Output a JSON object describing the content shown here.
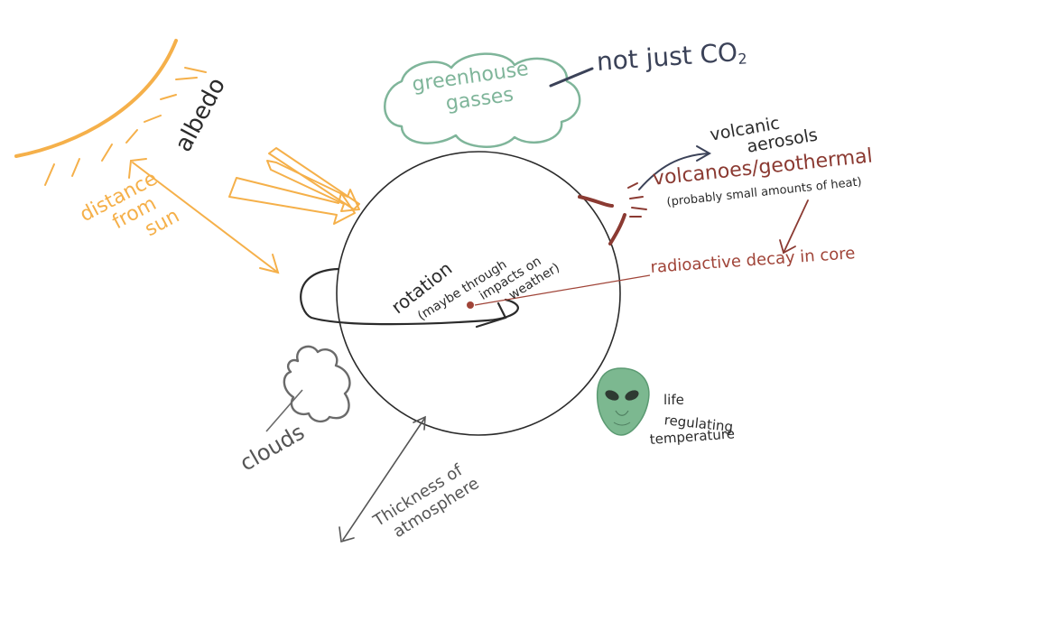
{
  "labels": {
    "albedo": "albedo",
    "distance_from_sun": [
      "distance",
      "from",
      "sun"
    ],
    "greenhouse_gasses": [
      "greenhouse",
      "gasses"
    ],
    "not_just_co2": "not just CO",
    "co2_subscript": "2",
    "volcanic_aerosols": [
      "volcanic",
      "aerosols"
    ],
    "volcanoes_geothermal": "volcanoes/geothermal",
    "small_amounts_note": "(probably small amounts of heat)",
    "radioactive_decay": "radioactive decay in core",
    "rotation": "rotation",
    "rotation_note": [
      "(maybe through",
      "impacts on",
      "weather)"
    ],
    "clouds": "clouds",
    "thickness_of_atmosphere": [
      "Thickness of",
      "atmosphere"
    ],
    "life_regulating": [
      "life",
      "regulating",
      "temperature"
    ]
  },
  "colors": {
    "sun": "#f5b04a",
    "greenhouse": "#7fb59a",
    "ink_dark": "#3b4258",
    "volcano": "#8b3a32",
    "planet": "#2b2b2b",
    "clouds": "#6a6a6a",
    "alien": "#7cb890",
    "gray_text": "#555555"
  }
}
